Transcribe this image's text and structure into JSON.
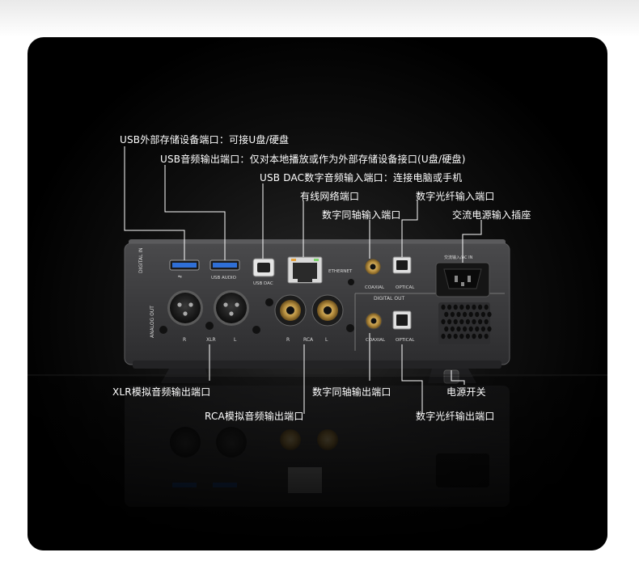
{
  "callouts_top": [
    "USB外部存储设备端口：可接U盘/硬盘",
    "USB音频输出端口：仅对本地播放或作为外部存储设备接口(U盘/硬盘)",
    "USB DAC数字音频输入端口：连接电脑或手机",
    "有线网络端口",
    "数字光纤输入端口",
    "数字同轴输入端口",
    "交流电源输入插座"
  ],
  "callouts_bottom": [
    "XLR模拟音频输出端口",
    "数字同轴输出端口",
    "电源开关",
    "RCA模拟音频输出端口",
    "数字光纤输出端口"
  ],
  "panel": {
    "digital_in": "DIGITAL IN",
    "usb_audio": "USB AUDIO",
    "usb_dac": "USB DAC",
    "ethernet": "ETHERNET",
    "coaxial": "COAXIAL",
    "optical": "OPTICAL",
    "digital_out": "DIGITAL OUT",
    "analog_out": "ANALOG OUT",
    "xlr": "XLR",
    "rca": "RCA",
    "r": "R",
    "l": "L",
    "ac_in": "交流输入/AC IN"
  },
  "colors": {
    "usb_blue": "#2f6fd6",
    "gold": "#c9a55a",
    "chassis": "#3a3a3c"
  }
}
